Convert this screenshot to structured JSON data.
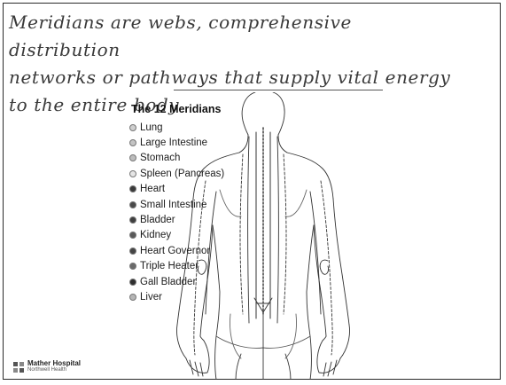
{
  "caption": {
    "line1": "Meridians are webs, comprehensive distribution",
    "line2": "networks or pathways that supply vital energy",
    "line3": "to the entire body"
  },
  "figure": {
    "title": "The 12 Meridians",
    "meridians": [
      {
        "label": "Lung",
        "swatch": "#cfcfcf"
      },
      {
        "label": "Large Intestine",
        "swatch": "#c4c4c4"
      },
      {
        "label": "Stomach",
        "swatch": "#bdbdbd"
      },
      {
        "label": "Spleen (Pancreas)",
        "swatch": "#e6e6e6"
      },
      {
        "label": "Heart",
        "swatch": "#3a3a3a"
      },
      {
        "label": "Small Intestine",
        "swatch": "#4a4a4a"
      },
      {
        "label": "Bladder",
        "swatch": "#3f3f3f"
      },
      {
        "label": "Kidney",
        "swatch": "#5a5a5a"
      },
      {
        "label": "Heart Governor",
        "swatch": "#444444"
      },
      {
        "label": "Triple Heater",
        "swatch": "#6a6a6a"
      },
      {
        "label": "Gall Bladder",
        "swatch": "#2f2f2f"
      },
      {
        "label": "Liver",
        "swatch": "#b5b5b5"
      }
    ]
  },
  "logo": {
    "name": "Mather Hospital",
    "subtitle": "Northwell Health"
  },
  "colors": {
    "text": "#3a3a3a",
    "border": "#2a2a2a",
    "line": "#333333"
  }
}
